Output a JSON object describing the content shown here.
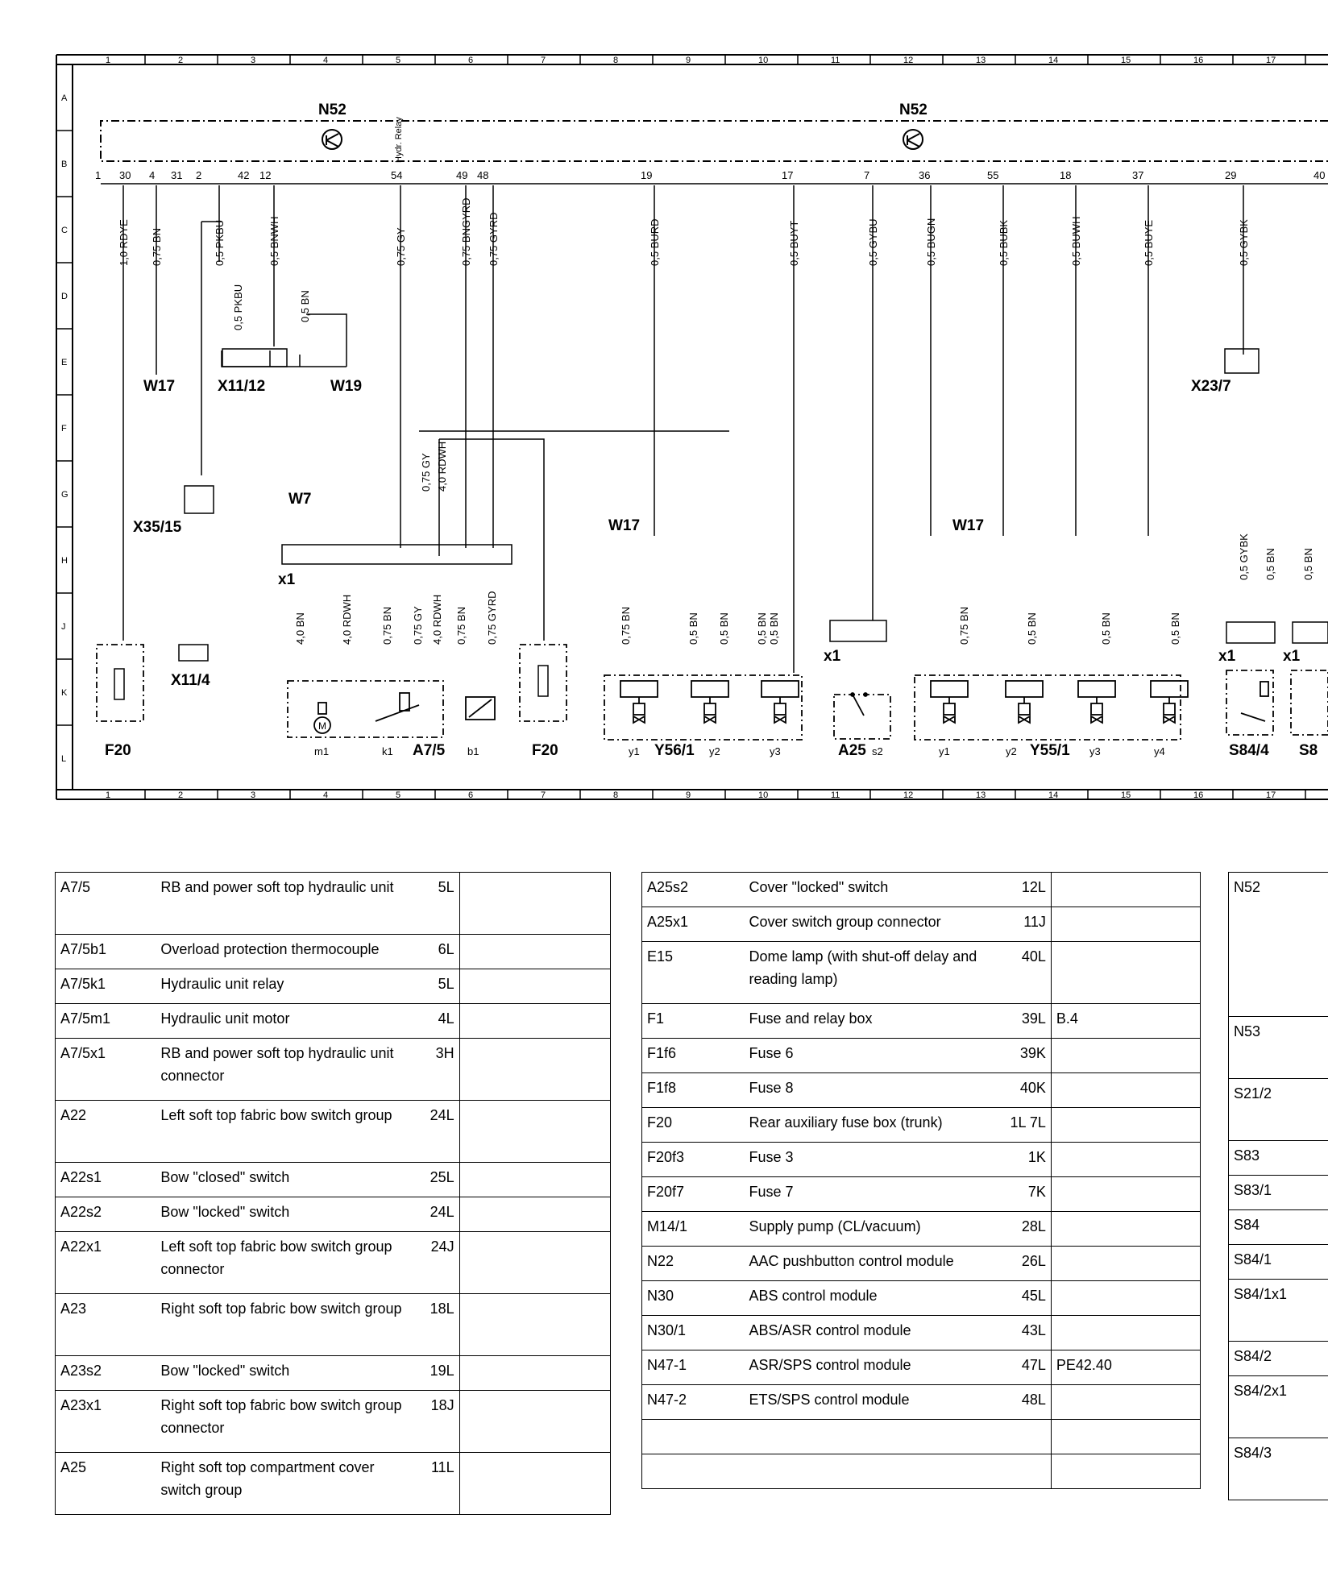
{
  "diagram": {
    "grid_cols": [
      "1",
      "2",
      "3",
      "4",
      "5",
      "6",
      "7",
      "8",
      "9",
      "10",
      "11",
      "12",
      "13",
      "14",
      "15",
      "16",
      "17"
    ],
    "grid_rows": [
      "A",
      "B",
      "C",
      "D",
      "E",
      "F",
      "G",
      "H",
      "J",
      "K",
      "L"
    ],
    "modules": {
      "n52_left": "N52",
      "n52_right": "N52"
    },
    "components": {
      "w17_a": "W17",
      "x11_12": "X11/12",
      "w19": "W19",
      "x35_15": "X35/15",
      "x11_4": "X11/4",
      "w7": "W7",
      "x1_a": "x1",
      "f20_a": "F20",
      "f20_b": "F20",
      "a7_5": "A7/5",
      "m1": "m1",
      "k1": "k1",
      "b1": "b1",
      "w17_b": "W17",
      "w17_c": "W17",
      "x1_b": "x1",
      "a25s2_a": "A25",
      "a25s2_b": "s2",
      "y56_1": "Y56/1",
      "y55_1": "Y55/1",
      "x23_7": "X23/7",
      "x1_c": "x1",
      "x1_d": "x1",
      "s84_4": "S84/4",
      "s84_cut": "S8",
      "y1_a": "y1",
      "y2_a": "y2",
      "y3_a": "y3",
      "y1_b": "y1",
      "y2_b": "y2",
      "y3_b": "y3",
      "y4_b": "y4"
    },
    "pins": [
      "1",
      "30",
      "4",
      "31",
      "2",
      "42",
      "12",
      "54",
      "49",
      "48",
      "19",
      "17",
      "7",
      "36",
      "55",
      "18",
      "37",
      "29",
      "40"
    ],
    "wires": {
      "w1": "1,0 RDYE",
      "w2": "0,75 BN",
      "w3": "0,5 PKBU",
      "w4": "0,5 BNWH",
      "w5": "0,75 GY",
      "w6": "0,75 BNGYRD",
      "w7": "0,75 GYRD",
      "w8": "0,5 BURD",
      "w9": "0,5 BUYT",
      "w10": "0,5 GYBU",
      "w11": "0,5 BUGN",
      "w12": "0,5 BUBK",
      "w13": "0,5 BUWH",
      "w14": "0,5 BUYE",
      "w15": "0,5 GYBK",
      "w16": "0,5 PKBU",
      "w17": "0,5 BN",
      "w18": "0,75 GY",
      "w19": "4,0 RDWH",
      "w20": "4,0 BN",
      "w21": "4,0 RDWH",
      "w22": "0,75 BN",
      "w23": "0,75 GY",
      "w24": "4,0 RDWH",
      "w25": "0,75 BN",
      "w26": "0,75 GYRD",
      "w27": "0,75 BN",
      "w28": "0,5 BN",
      "w29": "0,5 BN",
      "w30": "0,5 BN",
      "w31": "0,5 BN",
      "w32": "0,75 BN",
      "w33": "0,5 BN",
      "w34": "0,5 BN",
      "w35": "0,5 BN",
      "w36": "0,5 GYBK",
      "w37": "0,5 BN",
      "w38": "0,5 BN"
    },
    "relay_label": "Hydr. Relay"
  },
  "legend": {
    "table1": [
      {
        "code": "A7/5",
        "desc": "RB and power soft top hydraulic unit",
        "loc": "5L",
        "note": ""
      },
      {
        "code": "A7/5b1",
        "desc": "Overload protection thermocouple",
        "loc": "6L",
        "note": ""
      },
      {
        "code": "A7/5k1",
        "desc": "Hydraulic unit relay",
        "loc": "5L",
        "note": ""
      },
      {
        "code": "A7/5m1",
        "desc": "Hydraulic unit motor",
        "loc": "4L",
        "note": ""
      },
      {
        "code": "A7/5x1",
        "desc": "RB and power soft top hydraulic unit connector",
        "loc": "3H",
        "note": ""
      },
      {
        "code": "A22",
        "desc": "Left soft top fabric bow switch group",
        "loc": "24L",
        "note": ""
      },
      {
        "code": "A22s1",
        "desc": "Bow \"closed\" switch",
        "loc": "25L",
        "note": ""
      },
      {
        "code": "A22s2",
        "desc": "Bow \"locked\" switch",
        "loc": "24L",
        "note": ""
      },
      {
        "code": "A22x1",
        "desc": "Left soft top fabric bow switch group connector",
        "loc": "24J",
        "note": ""
      },
      {
        "code": "A23",
        "desc": "Right soft top fabric bow switch group",
        "loc": "18L",
        "note": ""
      },
      {
        "code": "A23s2",
        "desc": "Bow \"locked\" switch",
        "loc": "19L",
        "note": ""
      },
      {
        "code": "A23x1",
        "desc": "Right soft top fabric bow switch group connector",
        "loc": "18J",
        "note": ""
      },
      {
        "code": "A25",
        "desc": "Right soft top compartment cover switch group",
        "loc": "11L",
        "note": ""
      }
    ],
    "table2": [
      {
        "code": "A25s2",
        "desc": "Cover \"locked\" switch",
        "loc": "12L",
        "note": ""
      },
      {
        "code": "A25x1",
        "desc": "Cover switch group connector",
        "loc": "11J",
        "note": ""
      },
      {
        "code": "E15",
        "desc": "Dome lamp (with shut-off delay and reading lamp)",
        "loc": "40L",
        "note": ""
      },
      {
        "code": "F1",
        "desc": "Fuse and relay box",
        "loc": "39L",
        "note": "B.4"
      },
      {
        "code": "F1f6",
        "desc": "Fuse 6",
        "loc": "39K",
        "note": ""
      },
      {
        "code": "F1f8",
        "desc": "Fuse 8",
        "loc": "40K",
        "note": ""
      },
      {
        "code": "F20",
        "desc": "Rear auxiliary fuse box (trunk)",
        "loc": "1L 7L",
        "note": ""
      },
      {
        "code": "F20f3",
        "desc": "Fuse 3",
        "loc": "1K",
        "note": ""
      },
      {
        "code": "F20f7",
        "desc": "Fuse 7",
        "loc": "7K",
        "note": ""
      },
      {
        "code": "M14/1",
        "desc": "Supply pump (CL/vacuum)",
        "loc": "28L",
        "note": ""
      },
      {
        "code": "N22",
        "desc": "AAC pushbutton control module",
        "loc": "26L",
        "note": ""
      },
      {
        "code": "N30",
        "desc": "ABS control module",
        "loc": "45L",
        "note": ""
      },
      {
        "code": "N30/1",
        "desc": "ABS/ASR control module",
        "loc": "43L",
        "note": ""
      },
      {
        "code": "N47-1",
        "desc": "ASR/SPS control module",
        "loc": "47L",
        "note": "PE42.40"
      },
      {
        "code": "N47-2",
        "desc": "ETS/SPS control module",
        "loc": "48L",
        "note": ""
      },
      {
        "code": "",
        "desc": "",
        "loc": "",
        "note": ""
      },
      {
        "code": "",
        "desc": "",
        "loc": "",
        "note": ""
      }
    ],
    "table3": [
      {
        "code": "N52"
      },
      {
        "code": "N53"
      },
      {
        "code": "S21/2"
      },
      {
        "code": "S83"
      },
      {
        "code": "S83/1"
      },
      {
        "code": "S84"
      },
      {
        "code": "S84/1"
      },
      {
        "code": "S84/1x1"
      },
      {
        "code": "S84/2"
      },
      {
        "code": "S84/2x1"
      },
      {
        "code": "S84/3"
      }
    ]
  }
}
